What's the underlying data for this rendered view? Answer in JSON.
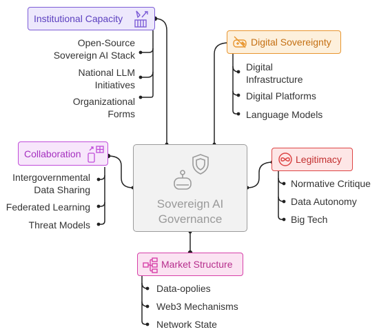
{
  "center": {
    "line1": "Sovereign AI",
    "line2": "Governance",
    "icons": [
      "robot-icon",
      "shield-icon"
    ]
  },
  "colors": {
    "purple": "#7c5cd6",
    "purple_fill": "#ede8fc",
    "orange": "#e8952e",
    "orange_fill": "#fdf0dc",
    "magenta": "#c04cd9",
    "magenta_fill": "#f7e6fb",
    "red": "#dd4444",
    "red_fill": "#fde6e6",
    "pink": "#d63fa8",
    "pink_fill": "#fbe3f2",
    "line": "#222222",
    "center_border": "#9a9a9a"
  },
  "institutional_capacity": {
    "title": "Institutional Capacity",
    "icon": "building-tools-icon",
    "items": [
      {
        "line1": "Open-Source",
        "line2": "Sovereign AI Stack"
      },
      {
        "line1": "National LLM",
        "line2": "Initiatives"
      },
      {
        "line1": "Organizational",
        "line2": "Forms"
      }
    ]
  },
  "digital_sovereignty": {
    "title": "Digital Sovereignty",
    "icon": "gamepad-icon",
    "items": [
      {
        "line1": "Digital",
        "line2": "Infrastructure"
      },
      {
        "line1": "Digital Platforms"
      },
      {
        "line1": "Language Models"
      }
    ]
  },
  "collaboration": {
    "title": "Collaboration",
    "icon": "devices-sync-icon",
    "items": [
      {
        "line1": "Intergovernmental",
        "line2": "Data Sharing"
      },
      {
        "line1": "Federated Learning"
      },
      {
        "line1": "Threat Models"
      }
    ]
  },
  "legitimacy": {
    "title": "Legitimacy",
    "icon": "infinity-icon",
    "items": [
      {
        "line1": "Normative Critique"
      },
      {
        "line1": "Data Autonomy"
      },
      {
        "line1": "Big Tech"
      }
    ]
  },
  "market_structure": {
    "title": "Market Structure",
    "icon": "hierarchy-icon",
    "items": [
      {
        "line1": "Data-opolies"
      },
      {
        "line1": "Web3 Mechanisms"
      },
      {
        "line1": "Network State"
      }
    ]
  }
}
